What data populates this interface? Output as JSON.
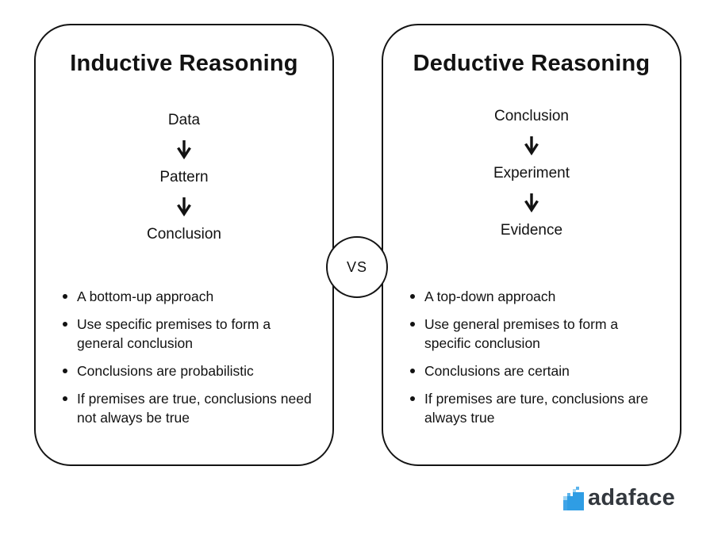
{
  "inductive": {
    "title": "Inductive Reasoning",
    "flow": [
      "Data",
      "Pattern",
      "Conclusion"
    ],
    "bullets": [
      "A bottom-up approach",
      "Use specific premises to form a general conclusion",
      "Conclusions are probabilistic",
      "If premises are true, conclusions need not always be true"
    ]
  },
  "deductive": {
    "title": "Deductive Reasoning",
    "flow": [
      "Conclusion",
      "Experiment",
      "Evidence"
    ],
    "bullets": [
      "A top-down approach",
      "Use general premises to form a specific conclusion",
      "Conclusions are certain",
      "If premises are ture, conclusions are always true"
    ]
  },
  "vs": {
    "label": "VS"
  },
  "logo": {
    "text": "adaface",
    "mark_icon": "pixel-bar-chart-icon",
    "text_color": "#33383e",
    "blue": "#2f9de4",
    "blue_mid": "#5bb4ec",
    "blue_light": "#9ed4f2"
  },
  "colors": {
    "background": "#ffffff",
    "text": "#121212",
    "border": "#141414"
  }
}
